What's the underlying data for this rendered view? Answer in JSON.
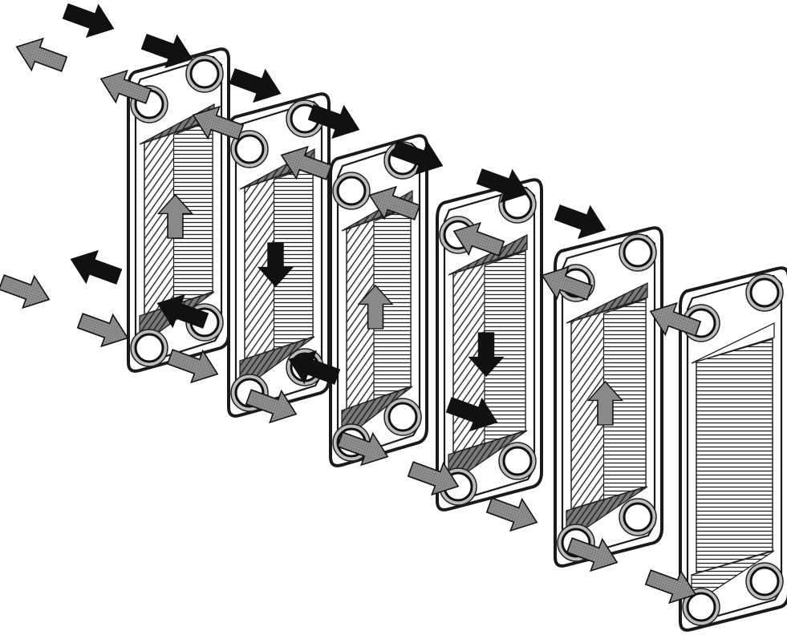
{
  "diagram": {
    "type": "plate-heat-exchanger-exploded-view",
    "plate_count": 6,
    "plates": [
      {
        "id": 1,
        "channel_flow": "up",
        "fluid": "gray"
      },
      {
        "id": 2,
        "channel_flow": "down",
        "fluid": "black"
      },
      {
        "id": 3,
        "channel_flow": "up",
        "fluid": "gray"
      },
      {
        "id": 4,
        "channel_flow": "down",
        "fluid": "black"
      },
      {
        "id": 5,
        "channel_flow": "up",
        "fluid": "gray"
      },
      {
        "id": 6,
        "channel_flow": "none",
        "fluid": "none"
      }
    ],
    "colors": {
      "hot_fluid_arrow": "#111111",
      "cold_fluid_arrow": "#8a8a8a",
      "plate_outline": "#1a1a1a",
      "gasket_shade": "#bdbdbd",
      "background": "#ffffff"
    },
    "icons": [
      "flow-arrow-icon",
      "port-hole-icon"
    ]
  }
}
